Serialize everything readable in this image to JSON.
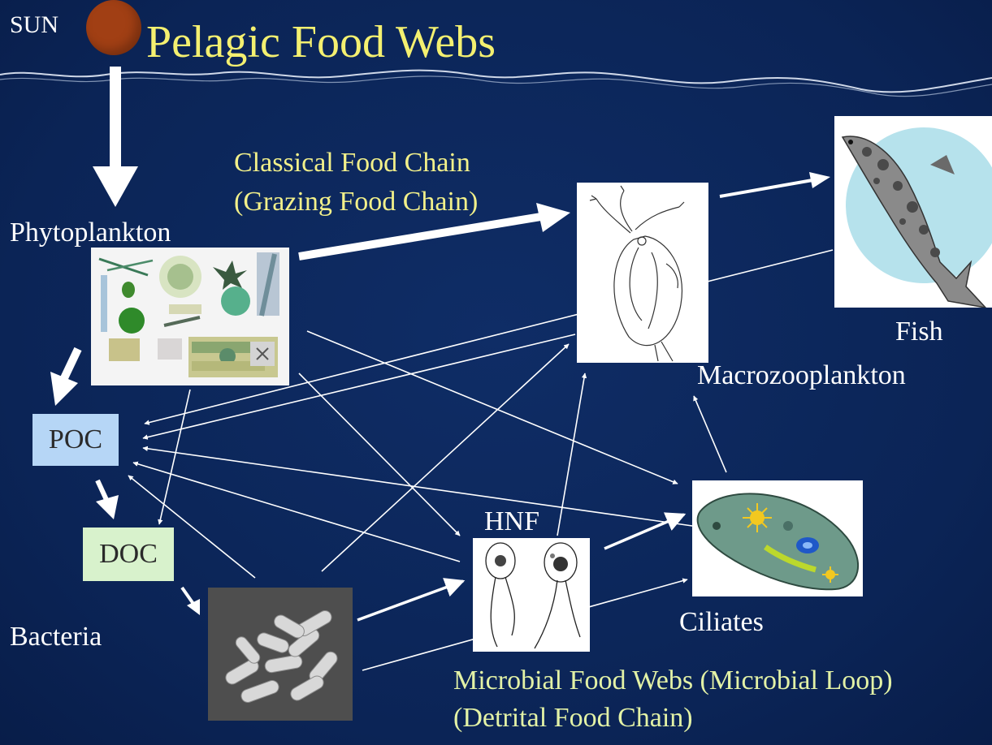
{
  "title": "Pelagic Food Webs",
  "sun_label": "SUN",
  "labels": {
    "phytoplankton": "Phytoplankton",
    "classical_line1": "Classical Food Chain",
    "classical_line2": "(Grazing Food Chain)",
    "fish": "Fish",
    "macrozooplankton": "Macrozooplankton",
    "poc": "POC",
    "doc": "DOC",
    "hnf": "HNF",
    "ciliates": "Ciliates",
    "bacteria": "Bacteria",
    "microbial_line1": "Microbial Food Webs (Microbial Loop)",
    "microbial_line2": "(Detrital Food Chain)"
  },
  "colors": {
    "background": "#0b2456",
    "title": "#f4f070",
    "sun": "#a13f14",
    "poc_box": "#b6d6f6",
    "doc_box": "#d8f2cc",
    "arrow": "#ffffff"
  },
  "icons": [
    "sun-icon",
    "phytoplankton-image",
    "zooplankton-image",
    "fish-image",
    "flagellate-image",
    "ciliate-image",
    "bacteria-image"
  ]
}
